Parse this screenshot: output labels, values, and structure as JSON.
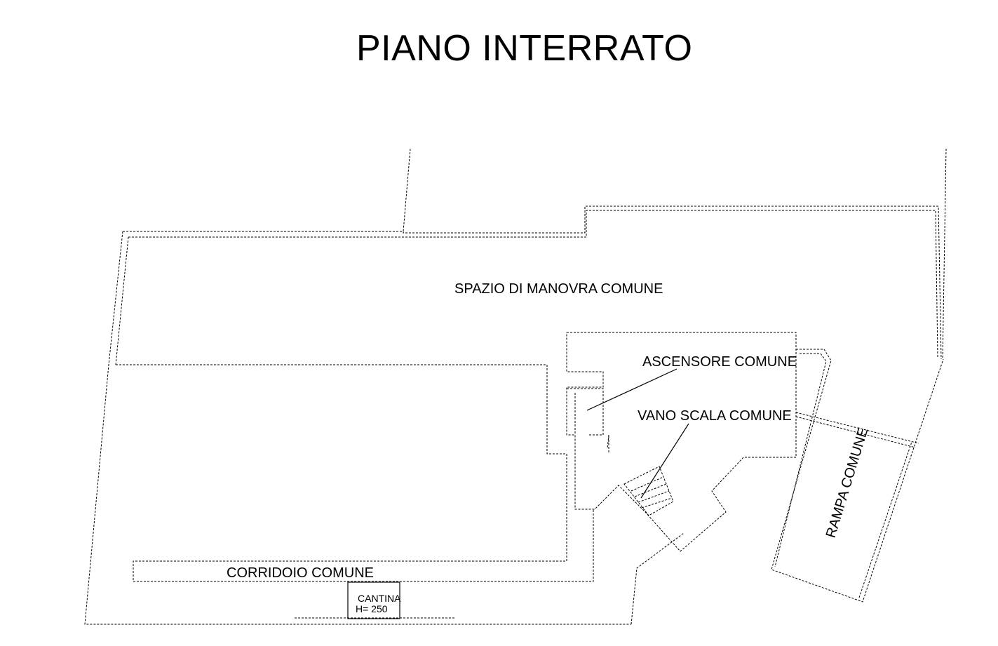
{
  "plan": {
    "title": "PIANO INTERRATO",
    "labels": {
      "maneuver_space": "SPAZIO DI MANOVRA COMUNE",
      "elevator": "ASCENSORE COMUNE",
      "stairwell": "VANO SCALA COMUNE",
      "ramp": "RAMPA COMUNE",
      "corridor": "CORRIDOIO COMUNE",
      "cellar": "CANTINA",
      "cellar_height": "H= 250"
    }
  }
}
